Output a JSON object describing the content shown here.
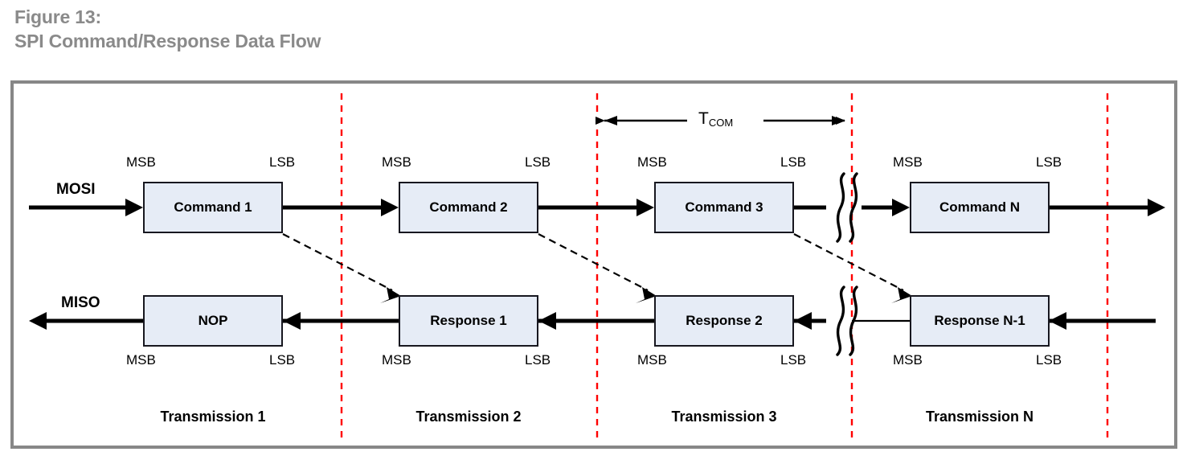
{
  "figure": {
    "caption_line1": "Figure 13:",
    "caption_line2": "SPI Command/Response Data Flow",
    "caption_color": "#8a8a8a",
    "frame_color": "#878787"
  },
  "colors": {
    "box_fill": "#e6ecf6",
    "box_border": "#17171f",
    "line": "#000000",
    "divider_dashed": "#ff0000"
  },
  "signals": [
    {
      "name": "MOSI",
      "direction": "right"
    },
    {
      "name": "MISO",
      "direction": "left"
    }
  ],
  "mosi_blocks": [
    {
      "label": "Command 1",
      "msb": "MSB",
      "lsb": "LSB"
    },
    {
      "label": "Command 2",
      "msb": "MSB",
      "lsb": "LSB"
    },
    {
      "label": "Command 3",
      "msb": "MSB",
      "lsb": "LSB"
    },
    {
      "label": "Command N",
      "msb": "MSB",
      "lsb": "LSB"
    }
  ],
  "miso_blocks": [
    {
      "label": "NOP",
      "msb": "MSB",
      "lsb": "LSB"
    },
    {
      "label": "Response 1",
      "msb": "MSB",
      "lsb": "LSB"
    },
    {
      "label": "Response 2",
      "msb": "MSB",
      "lsb": "LSB"
    },
    {
      "label": "Response N-1",
      "msb": "MSB",
      "lsb": "LSB"
    }
  ],
  "transmissions": [
    {
      "label": "Transmission 1"
    },
    {
      "label": "Transmission 2"
    },
    {
      "label": "Transmission 3"
    },
    {
      "label": "Transmission N"
    }
  ],
  "timing": {
    "symbol": "T",
    "subscript": "COM",
    "span_from": "Transmission 3 start",
    "span_to": "Transmission 3 end"
  },
  "annotations": {
    "break_symbol": "waveform-break",
    "break_count": 2
  }
}
